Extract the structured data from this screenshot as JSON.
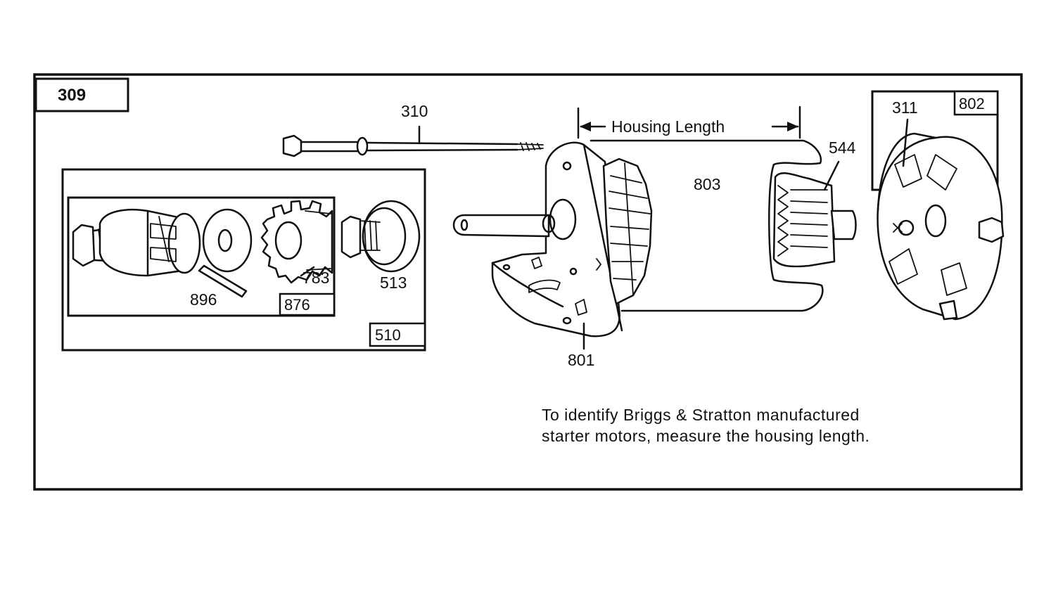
{
  "figure_id": "309",
  "parts": {
    "p310": "310",
    "p311": "311",
    "p802": "802",
    "p544": "544",
    "p803": "803",
    "p801": "801",
    "p510": "510",
    "p876": "876",
    "p896": "896",
    "p783": "783",
    "p513": "513"
  },
  "dimension_label": "Housing Length",
  "note": {
    "line1": "To identify Briggs & Stratton manufactured",
    "line2": "starter motors, measure the housing length."
  }
}
